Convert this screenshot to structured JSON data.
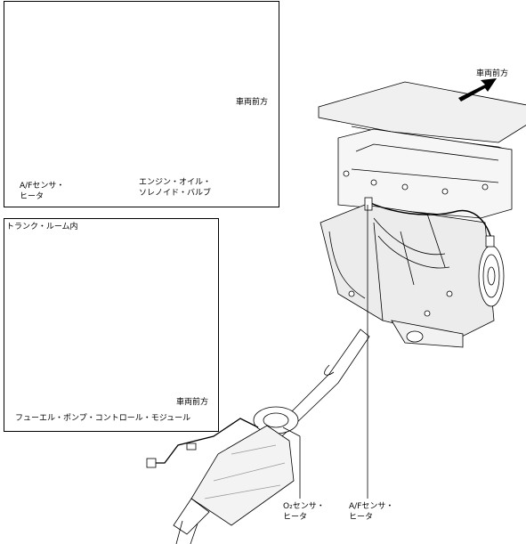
{
  "panel_top": {
    "af_sensor_label": [
      "A/Fセンサ・",
      "ヒータ"
    ],
    "solenoid_label": [
      "エンジン・オイル・",
      "ソレノイド・バルブ"
    ],
    "front_label": "車両前方"
  },
  "panel_trunk": {
    "title": "トランク・ルーム内",
    "front_label": "車両前方",
    "module_label": "フューエル・ポンプ・コントロール・モジュール"
  },
  "main": {
    "front_label": "車両前方",
    "o2_label": [
      "O₂センサ・",
      "ヒータ"
    ],
    "af_label": [
      "A/Fセンサ・",
      "ヒータ"
    ]
  },
  "colors": {
    "highlight": "#3b7fd6",
    "line": "#000000",
    "shade": "#e2e2e2"
  }
}
